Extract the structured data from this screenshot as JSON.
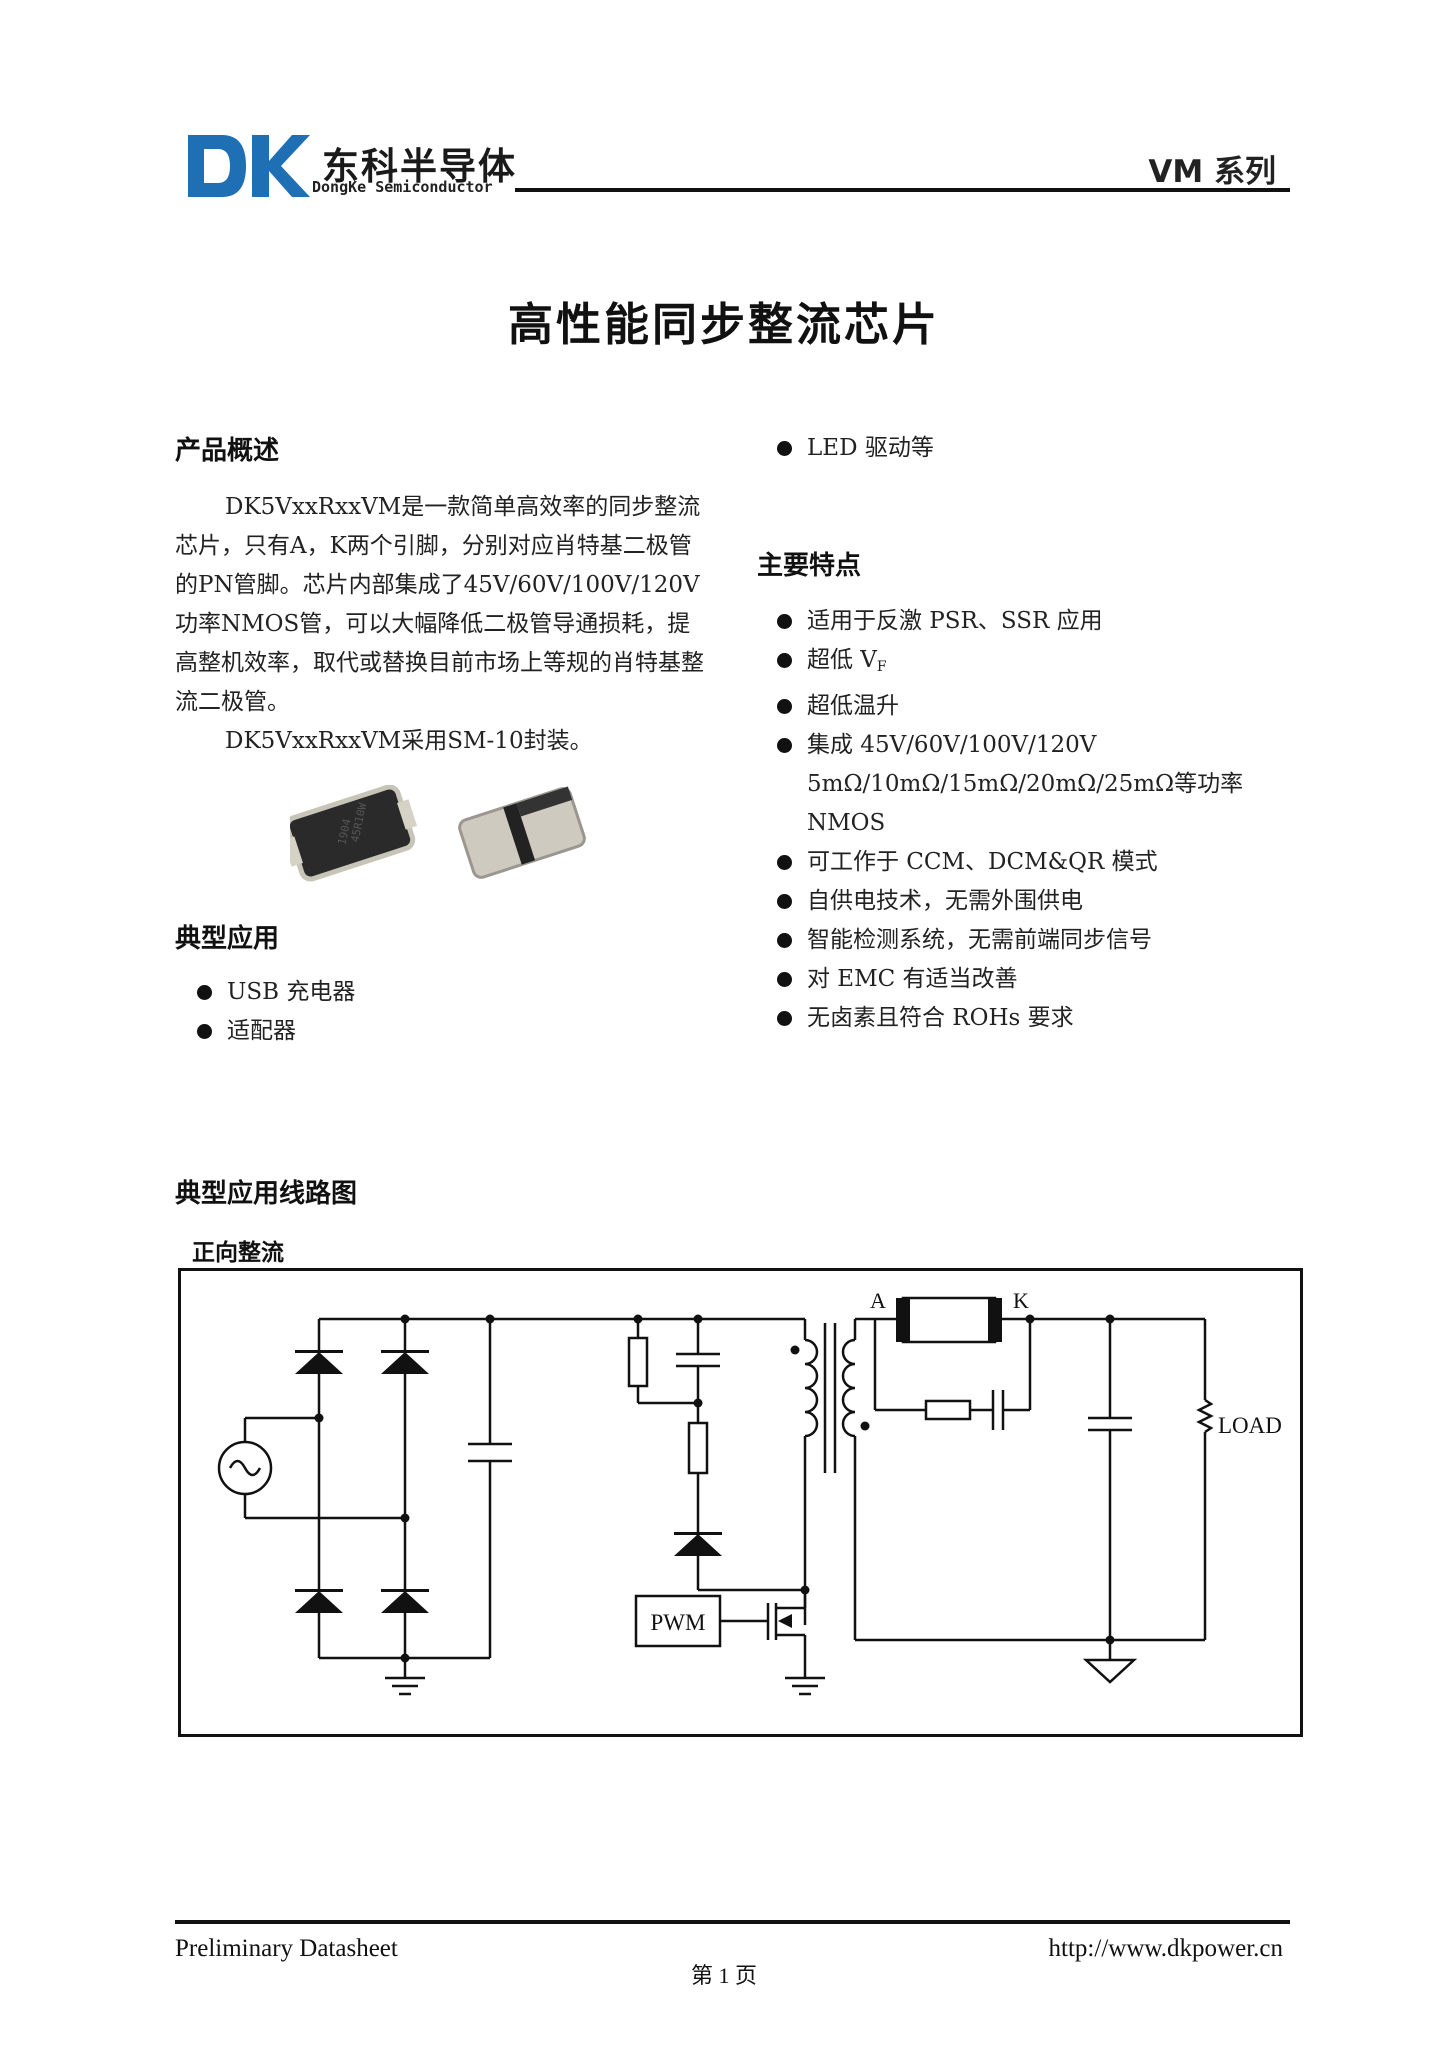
{
  "header": {
    "logo_letters": "DK",
    "company_cn": "东科半导体",
    "company_en": "DongKe Semiconductor",
    "series": "VM 系列",
    "brand_color": "#1f6fb5"
  },
  "title": "高性能同步整流芯片",
  "overview": {
    "heading": "产品概述",
    "p1": "DK5VxxRxxVM是一款简单高效率的同步整流芯片，只有A，K两个引脚，分别对应肖特基二极管的PN管脚。芯片内部集成了45V/60V/100V/120V功率NMOS管，可以大幅降低二极管导通损耗，提高整机效率，取代或替换目前市场上等规的肖特基整流二极管。",
    "p2": "DK5VxxRxxVM采用SM-10封装。",
    "chip_marking_line1": "1904",
    "chip_marking_line2": "45R10W"
  },
  "applications": {
    "heading": "典型应用",
    "items": [
      "USB 充电器",
      "适配器",
      "LED 驱动等"
    ]
  },
  "features": {
    "heading": "主要特点",
    "items": [
      "适用于反激 PSR、SSR 应用",
      "超低 V",
      "超低温升",
      "集成 45V/60V/100V/120V",
      "可工作于 CCM、DCM&QR 模式",
      "自供电技术，无需外围供电",
      "智能检测系统，无需前端同步信号",
      "对 EMC 有适当改善",
      "无卤素且符合 ROHs 要求"
    ],
    "vf_subscript": "F",
    "item4_line2": "5mΩ/10mΩ/15mΩ/20mΩ/25mΩ等功率",
    "item4_line3": "NMOS"
  },
  "circuit": {
    "heading": "典型应用线路图",
    "subheading": "正向整流",
    "label_a": "A",
    "label_k": "K",
    "label_load": "LOAD",
    "label_pwm": "PWM"
  },
  "footer": {
    "left": "Preliminary Datasheet",
    "page": "第 1 页",
    "url": "http://www.dkpower.cn"
  }
}
